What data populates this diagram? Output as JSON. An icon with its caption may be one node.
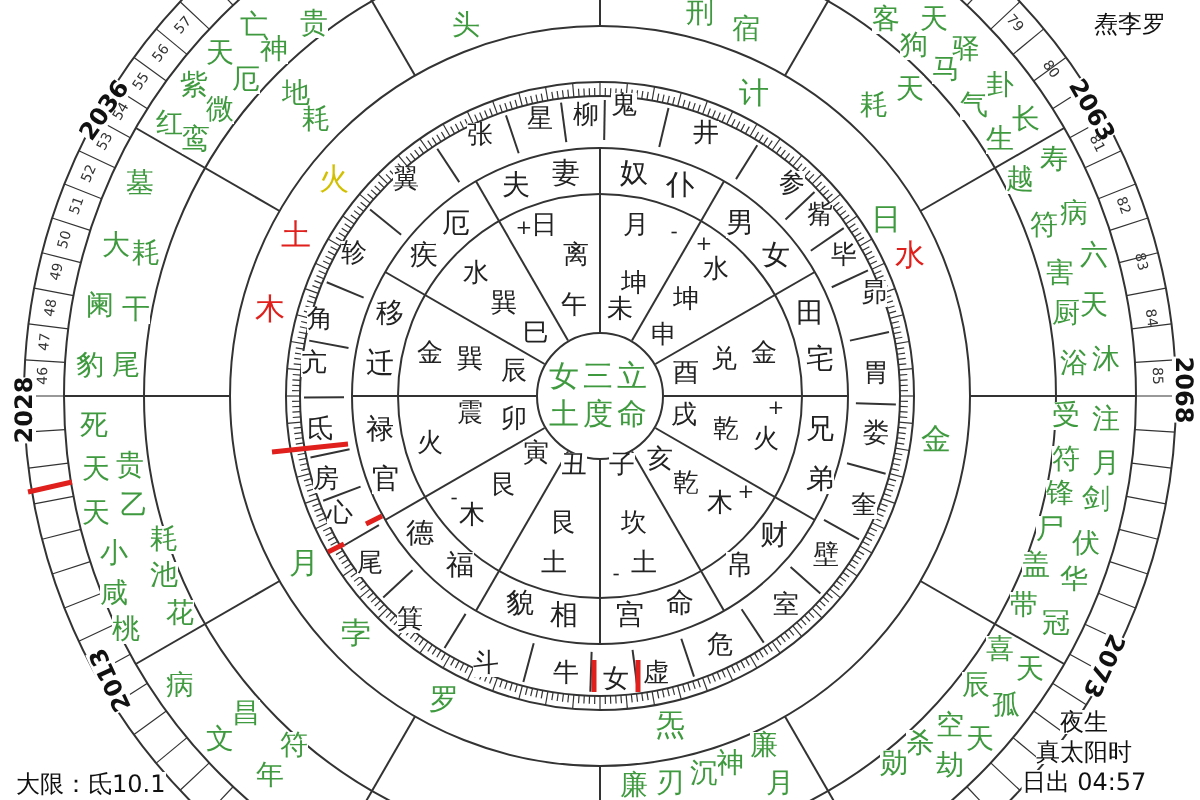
{
  "diagram": {
    "nodes": [
      {
        "text": [
          "女三立",
          "土度命"
        ]
      }
    ],
    "labels": [
      "大限：氐10.1",
      "焘李罗",
      "夜生",
      "真太阳时",
      "日出 04:57",
      "2036",
      "2028",
      "2013",
      "2063",
      "2068",
      "2073",
      "46",
      "47",
      "48",
      "49",
      "50",
      "51",
      "52",
      "53",
      "54",
      "55",
      "56",
      "57",
      "79",
      "80",
      "81",
      "82",
      "83",
      "84",
      "85",
      "亡",
      "神",
      "贵",
      "天",
      "厄",
      "紫",
      "微",
      "红",
      "鸾",
      "地",
      "耗",
      "墓",
      "大",
      "耗",
      "阑",
      "干",
      "豹",
      "尾",
      "头",
      "刑",
      "宿",
      "客",
      "天",
      "狗",
      "驿",
      "马",
      "卦",
      "天",
      "耗",
      "气",
      "长",
      "生",
      "寿",
      "越",
      "病",
      "符",
      "六",
      "害",
      "天",
      "厨",
      "沐",
      "浴",
      "死",
      "天",
      "贵",
      "天",
      "乙",
      "耗",
      "小",
      "池",
      "咸",
      "花",
      "桃",
      "病",
      "昌",
      "文",
      "符",
      "年",
      "受",
      "注",
      "符",
      "月",
      "锋",
      "剑",
      "尸",
      "伏",
      "盖",
      "华",
      "带",
      "冠",
      "喜",
      "天",
      "辰",
      "孤",
      "空",
      "天",
      "杀",
      "劫",
      "勋",
      "廉",
      "月",
      "神",
      "沉",
      "刃",
      "廉",
      "火",
      "土",
      "木",
      "计",
      "日",
      "水",
      "金",
      "炁",
      "罗",
      "孛",
      "月",
      "张",
      "星",
      "柳",
      "鬼",
      "井",
      "参",
      "觜",
      "毕",
      "昴",
      "胃",
      "娄",
      "奎",
      "壁",
      "室",
      "危",
      "虚",
      "女",
      "牛",
      "斗",
      "箕",
      "尾",
      "心",
      "房",
      "氐",
      "亢",
      "角",
      "轸",
      "翼",
      "妻",
      "夫",
      "厄",
      "疾",
      "移",
      "迁",
      "禄",
      "官",
      "德",
      "福",
      "貌",
      "相",
      "宫",
      "命",
      "帛",
      "财",
      "弟",
      "兄",
      "宅",
      "田",
      "女",
      "男",
      "仆",
      "奴",
      "+",
      "日",
      "离",
      "午",
      "水",
      "巽",
      "巳",
      "金",
      "巽",
      "辰",
      "卯",
      "震",
      "火",
      "寅",
      "艮",
      "-",
      "木",
      "丑",
      "艮",
      "土",
      "子",
      "坎",
      "-",
      "土",
      "亥",
      "乾",
      "木",
      "+",
      "戌",
      "乾",
      "+",
      "火",
      "酉",
      "兑",
      "金",
      "申",
      "坤",
      "+",
      "水",
      "未",
      "坤",
      "月",
      "-"
    ]
  }
}
